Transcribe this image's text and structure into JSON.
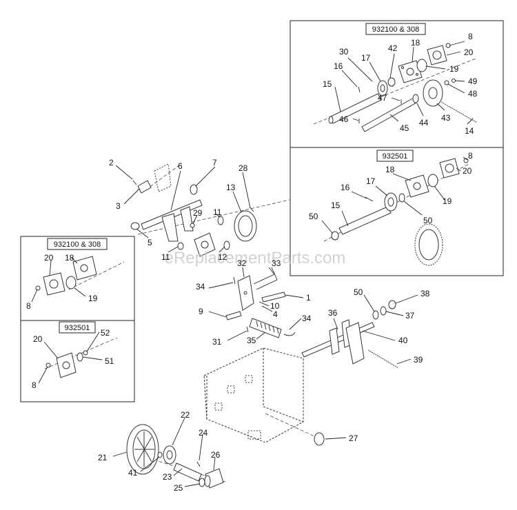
{
  "watermark": "eReplacementParts.com",
  "boxes": {
    "top_right_upper": "932100 & 308",
    "top_right_lower": "932501",
    "left_upper": "932100 & 308",
    "left_lower": "932501"
  },
  "callouts": {
    "tr_8": "8",
    "tr_20": "20",
    "tr_18": "18",
    "tr_42": "42",
    "tr_30": "30",
    "tr_17": "17",
    "tr_16": "16",
    "tr_19": "19",
    "tr_49": "49",
    "tr_48": "48",
    "tr_15": "15",
    "tr_47": "47",
    "tr_46": "46",
    "tr_45": "45",
    "tr_44": "44",
    "tr_43": "43",
    "tr_14": "14",
    "mr_8": "8",
    "mr_18": "18",
    "mr_20": "20",
    "mr_16": "16",
    "mr_17": "17",
    "mr_19": "19",
    "mr_15": "15",
    "mr_50a": "50",
    "mr_50b": "50",
    "c_2": "2",
    "c_6": "6",
    "c_7": "7",
    "c_28": "28",
    "c_3": "3",
    "c_13": "13",
    "c_29": "29",
    "c_11a": "11",
    "c_5": "5",
    "c_11b": "11",
    "c_12": "12",
    "c_32": "32",
    "c_33": "33",
    "c_34a": "34",
    "c_1": "1",
    "c_10": "10",
    "c_9": "9",
    "c_4": "4",
    "c_34b": "34",
    "c_31": "31",
    "c_35": "35",
    "c_36": "36",
    "c_50": "50",
    "c_38": "38",
    "c_37": "37",
    "c_40": "40",
    "c_39": "39",
    "c_27": "27",
    "l_18": "18",
    "l_20": "20",
    "l_8a": "8",
    "l_19": "19",
    "l_52": "52",
    "l_20b": "20",
    "l_51": "51",
    "l_8b": "8",
    "c_22": "22",
    "c_24": "24",
    "c_21": "21",
    "c_26": "26",
    "c_41": "41",
    "c_23": "23",
    "c_25": "25"
  }
}
